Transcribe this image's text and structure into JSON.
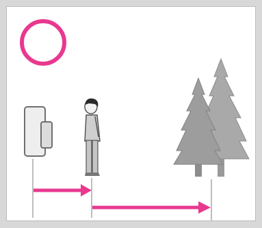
{
  "diagram": {
    "accent_color": "#e8398f",
    "indicator": "ok-circle",
    "subjects": [
      "camera-icon",
      "person-icon",
      "trees-icon"
    ],
    "arrows": [
      "arrow-camera-to-person",
      "arrow-person-to-trees"
    ]
  }
}
